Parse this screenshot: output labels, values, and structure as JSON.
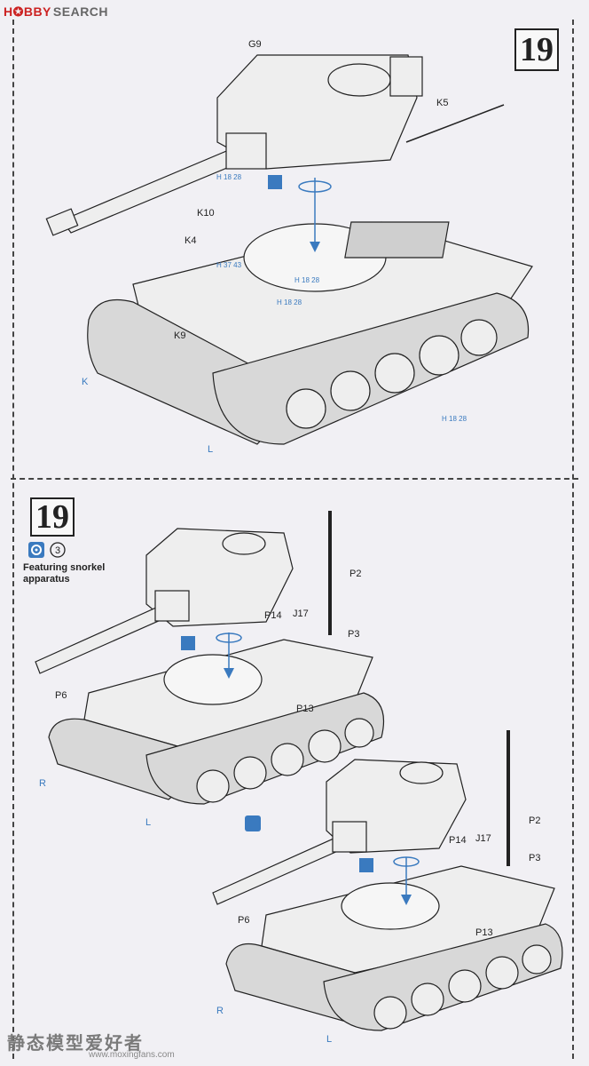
{
  "watermark": {
    "brand": "H✪BBY",
    "search": "SEARCH"
  },
  "step_top": {
    "number": "19"
  },
  "step_bottom": {
    "number": "19",
    "sequence": "3",
    "note_line1": "Featuring snorkel",
    "note_line2": "apparatus"
  },
  "labels_top": {
    "g9": "G9",
    "k5": "K5",
    "k10": "K10",
    "k4": "K4",
    "k9": "K9",
    "k": "K",
    "l": "L",
    "h18a": "H 18",
    "h18a_n": "28",
    "h37": "H 37",
    "h37_n": "43",
    "h18b": "H 18",
    "h18b_n": "28",
    "h18c": "H 18",
    "h18c_n": "28",
    "h18d": "H 18",
    "h18d_n": "28"
  },
  "labels_mid": {
    "p2": "P2",
    "p14": "P14",
    "j17": "J17",
    "p3": "P3",
    "p6": "P6",
    "p13": "P13",
    "r": "R",
    "l": "L"
  },
  "labels_bottom": {
    "p2": "P2",
    "p14": "P14",
    "j17": "J17",
    "p3": "P3",
    "p6": "P6",
    "p13": "P13",
    "r": "R",
    "l": "L"
  },
  "bottom_watermark": {
    "title": "静态模型爱好者",
    "url": "www.moxingfans.com"
  },
  "colors": {
    "ink": "#222222",
    "accent_blue": "#3a7abf",
    "brand_red": "#cc2222",
    "paper": "#f1f0f4"
  }
}
